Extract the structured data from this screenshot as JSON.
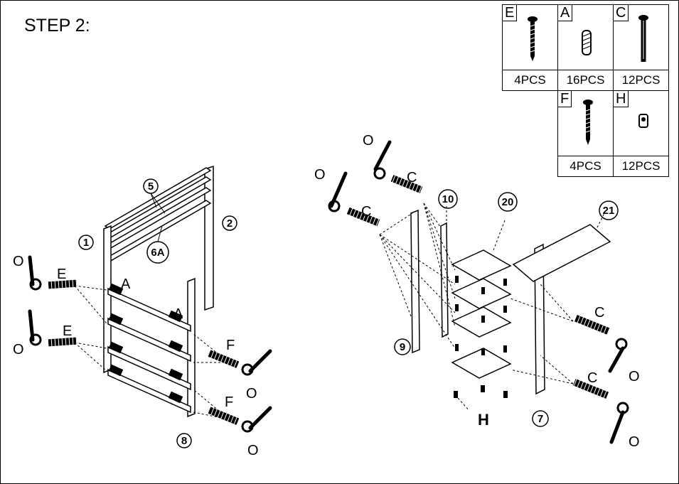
{
  "step_title": "STEP 2:",
  "parts": [
    {
      "letter": "E",
      "qty": "4PCS",
      "icon": "long-screw-icon"
    },
    {
      "letter": "A",
      "qty": "16PCS",
      "icon": "wooden-dowel-icon"
    },
    {
      "letter": "C",
      "qty": "12PCS",
      "icon": "bolt-icon"
    },
    {
      "letter": "F",
      "qty": "4PCS",
      "icon": "wood-screw-icon"
    },
    {
      "letter": "H",
      "qty": "12PCS",
      "icon": "barrel-nut-icon"
    }
  ],
  "callouts": {
    "c1": "1",
    "c2": "2",
    "c5": "5",
    "c6a": "6A",
    "c8": "8",
    "c7": "7",
    "c9": "9",
    "c10": "10",
    "c20": "20",
    "c21": "21"
  },
  "labels": {
    "E1": "E",
    "E2": "E",
    "A1": "A",
    "A2": "A",
    "F1": "F",
    "F2": "F",
    "O1": "O",
    "O2": "O",
    "O3": "O",
    "O4": "O",
    "O5": "O",
    "O6": "O",
    "O7": "O",
    "O8": "O",
    "C1": "C",
    "C2": "C",
    "C3": "C",
    "C4": "C",
    "H": "H"
  }
}
